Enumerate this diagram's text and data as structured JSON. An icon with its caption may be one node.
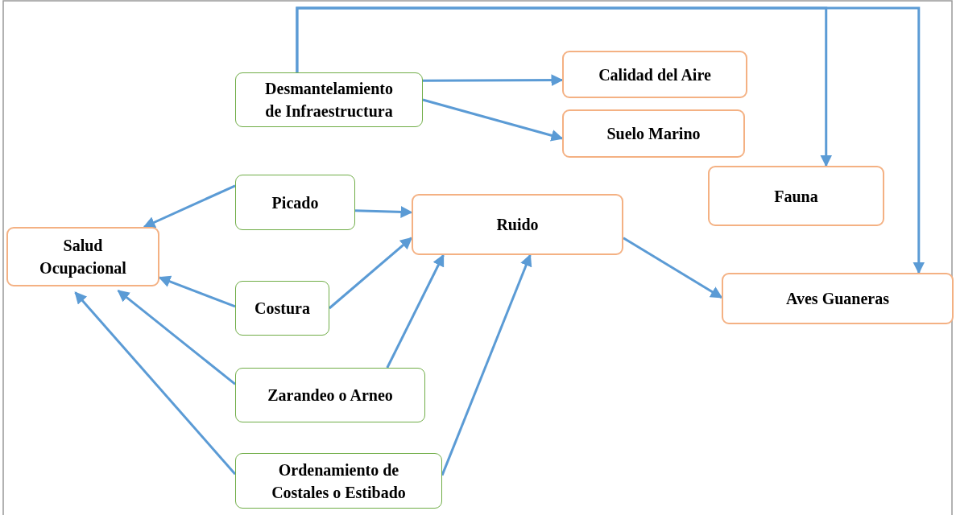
{
  "diagram": {
    "nodes": [
      {
        "text": [
          "Desmantelamiento de Infraestructura"
        ]
      },
      {
        "text": [
          "Calidad del Aire"
        ]
      },
      {
        "text": [
          "Suelo Marino"
        ]
      },
      {
        "text": [
          "Fauna"
        ]
      },
      {
        "text": [
          "Picado"
        ]
      },
      {
        "text": [
          "Salud Ocupacional"
        ]
      },
      {
        "text": [
          "Ruido"
        ]
      },
      {
        "text": [
          "Costura"
        ]
      },
      {
        "text": [
          "Aves Guaneras"
        ]
      },
      {
        "text": [
          "Zarandeo o Arneo"
        ]
      },
      {
        "text": [
          "Ordenamiento de Costales o Estibado"
        ]
      }
    ],
    "edges": [
      {
        "from": 0,
        "to": 1,
        "arrow": "to"
      },
      {
        "from": 0,
        "to": 2,
        "arrow": "to"
      },
      {
        "from": 0,
        "to": 3,
        "arrow": "to"
      },
      {
        "from": 0,
        "to": 8,
        "arrow": "to"
      },
      {
        "from": 4,
        "to": 5,
        "arrow": "to"
      },
      {
        "from": 4,
        "to": 6,
        "arrow": "to"
      },
      {
        "from": 7,
        "to": 5,
        "arrow": "to"
      },
      {
        "from": 7,
        "to": 6,
        "arrow": "to"
      },
      {
        "from": 9,
        "to": 5,
        "arrow": "to"
      },
      {
        "from": 9,
        "to": 6,
        "arrow": "to"
      },
      {
        "from": 10,
        "to": 5,
        "arrow": "to"
      },
      {
        "from": 10,
        "to": 6,
        "arrow": "to"
      },
      {
        "from": 6,
        "to": 8,
        "arrow": "to"
      }
    ]
  }
}
